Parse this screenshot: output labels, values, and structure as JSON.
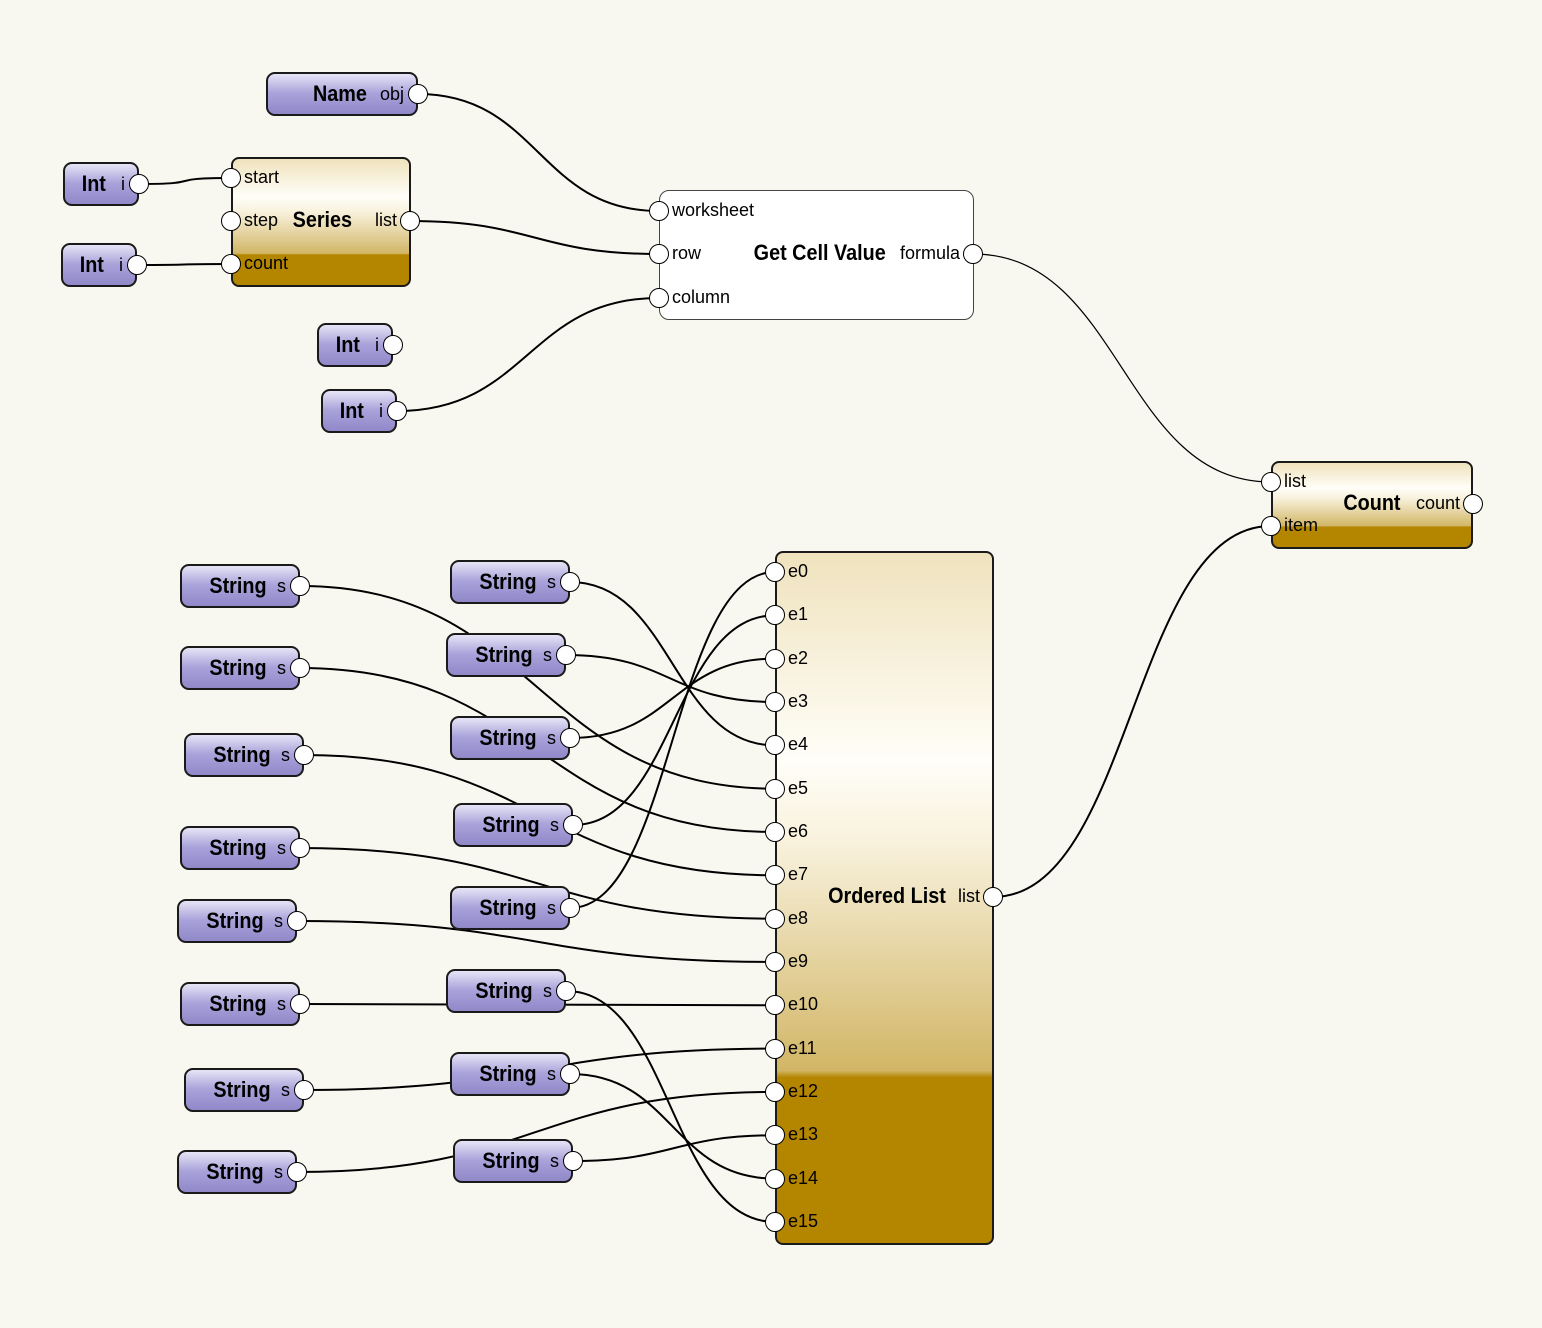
{
  "params": [
    {
      "id": "name",
      "title": "Name",
      "out": "obj"
    },
    {
      "id": "int1",
      "title": "Int",
      "out": "i"
    },
    {
      "id": "int2",
      "title": "Int",
      "out": "i"
    },
    {
      "id": "int3",
      "title": "Int",
      "out": "i"
    },
    {
      "id": "int4",
      "title": "Int",
      "out": "i"
    },
    {
      "id": "sl0",
      "title": "String",
      "out": "s"
    },
    {
      "id": "sl1",
      "title": "String",
      "out": "s"
    },
    {
      "id": "sl2",
      "title": "String",
      "out": "s"
    },
    {
      "id": "sl3",
      "title": "String",
      "out": "s"
    },
    {
      "id": "sl4",
      "title": "String",
      "out": "s"
    },
    {
      "id": "sl5",
      "title": "String",
      "out": "s"
    },
    {
      "id": "sl6",
      "title": "String",
      "out": "s"
    },
    {
      "id": "sl7",
      "title": "String",
      "out": "s"
    },
    {
      "id": "sr0",
      "title": "String",
      "out": "s"
    },
    {
      "id": "sr1",
      "title": "String",
      "out": "s"
    },
    {
      "id": "sr2",
      "title": "String",
      "out": "s"
    },
    {
      "id": "sr3",
      "title": "String",
      "out": "s"
    },
    {
      "id": "sr4",
      "title": "String",
      "out": "s"
    },
    {
      "id": "sr5",
      "title": "String",
      "out": "s"
    },
    {
      "id": "sr6",
      "title": "String",
      "out": "s"
    },
    {
      "id": "sr7",
      "title": "String",
      "out": "s"
    }
  ],
  "series": {
    "title": "Series",
    "inputs": [
      "start",
      "step",
      "count"
    ],
    "output": "list"
  },
  "getcell": {
    "title": "Get Cell Value",
    "inputs": [
      "worksheet",
      "row",
      "column"
    ],
    "output": "formula"
  },
  "ordered": {
    "title": "Ordered List",
    "inputs": [
      "e0",
      "e1",
      "e2",
      "e3",
      "e4",
      "e5",
      "e6",
      "e7",
      "e8",
      "e9",
      "e10",
      "e11",
      "e12",
      "e13",
      "e14",
      "e15"
    ],
    "output": "list"
  },
  "count": {
    "title": "Count",
    "inputs": [
      "list",
      "item"
    ],
    "output": "count"
  },
  "wires": [
    [
      "name:out",
      "getcell:worksheet"
    ],
    [
      "int1:out",
      "series:start"
    ],
    [
      "int2:out",
      "series:count"
    ],
    [
      "series:out",
      "getcell:row"
    ],
    [
      "int4:out",
      "getcell:column"
    ],
    [
      "getcell:out",
      "count:list"
    ],
    [
      "ordered:out",
      "count:item"
    ],
    [
      "sr0:out",
      "ordered:e4"
    ],
    [
      "sr1:out",
      "ordered:e3"
    ],
    [
      "sr2:out",
      "ordered:e2"
    ],
    [
      "sr3:out",
      "ordered:e1"
    ],
    [
      "sr4:out",
      "ordered:e0"
    ],
    [
      "sl0:out",
      "ordered:e5"
    ],
    [
      "sl1:out",
      "ordered:e6"
    ],
    [
      "sl2:out",
      "ordered:e7"
    ],
    [
      "sl3:out",
      "ordered:e8"
    ],
    [
      "sl4:out",
      "ordered:e9"
    ],
    [
      "sl5:out",
      "ordered:e10"
    ],
    [
      "sl6:out",
      "ordered:e11"
    ],
    [
      "sl7:out",
      "ordered:e12"
    ],
    [
      "sr5:out",
      "ordered:e15"
    ],
    [
      "sr6:out",
      "ordered:e14"
    ],
    [
      "sr7:out",
      "ordered:e13"
    ]
  ]
}
